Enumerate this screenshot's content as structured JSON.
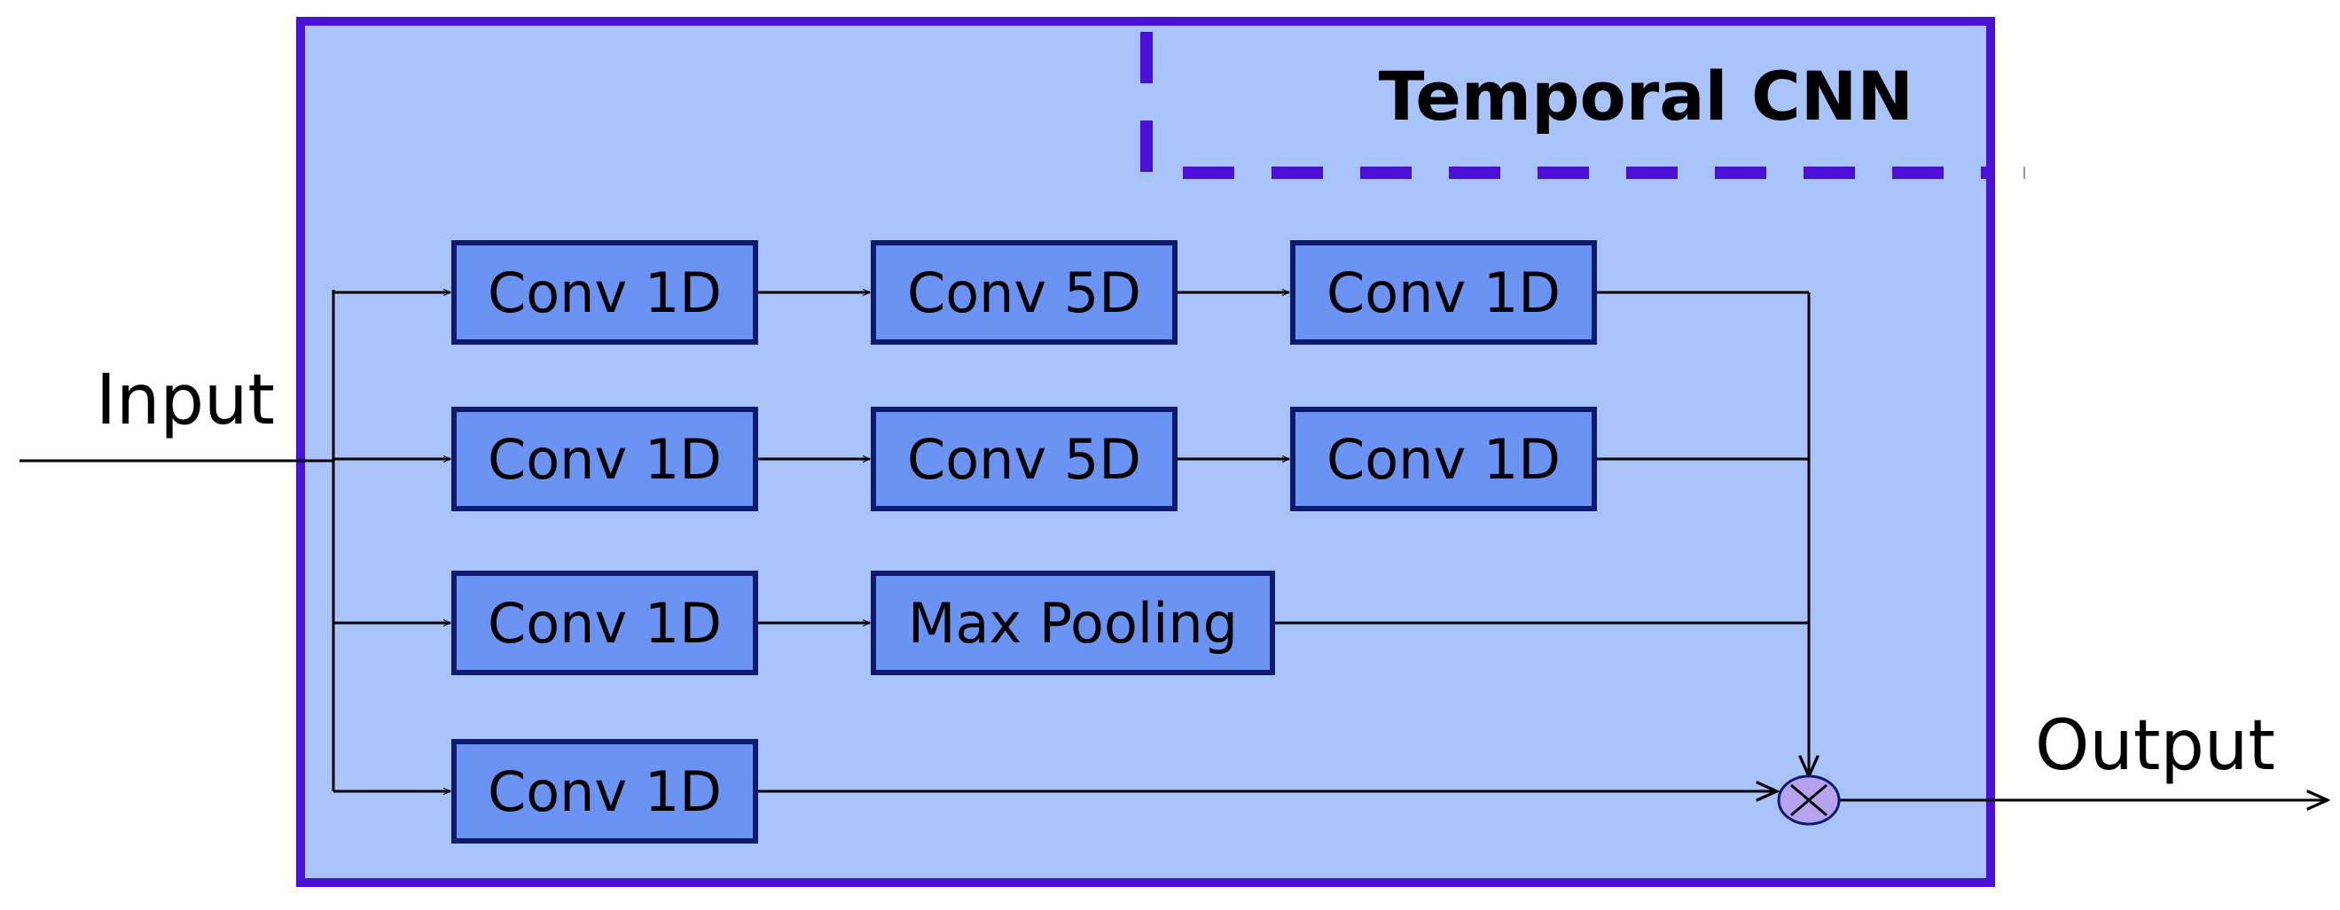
{
  "title": "Temporal CNN",
  "input_label": "Input",
  "output_label": "Output",
  "combine_symbol": "×",
  "colors": {
    "container_fill": "#a9c4fb",
    "container_border": "#4a10d6",
    "block_fill": "#6b93f3",
    "block_border": "#0d1a6e",
    "combine_fill": "#b7a2f0"
  },
  "branches": [
    {
      "blocks": [
        "Conv 1D",
        "Conv 5D",
        "Conv 1D"
      ]
    },
    {
      "blocks": [
        "Conv 1D",
        "Conv 5D",
        "Conv 1D"
      ]
    },
    {
      "blocks": [
        "Conv 1D",
        "Max Pooling"
      ]
    },
    {
      "blocks": [
        "Conv 1D"
      ]
    }
  ]
}
